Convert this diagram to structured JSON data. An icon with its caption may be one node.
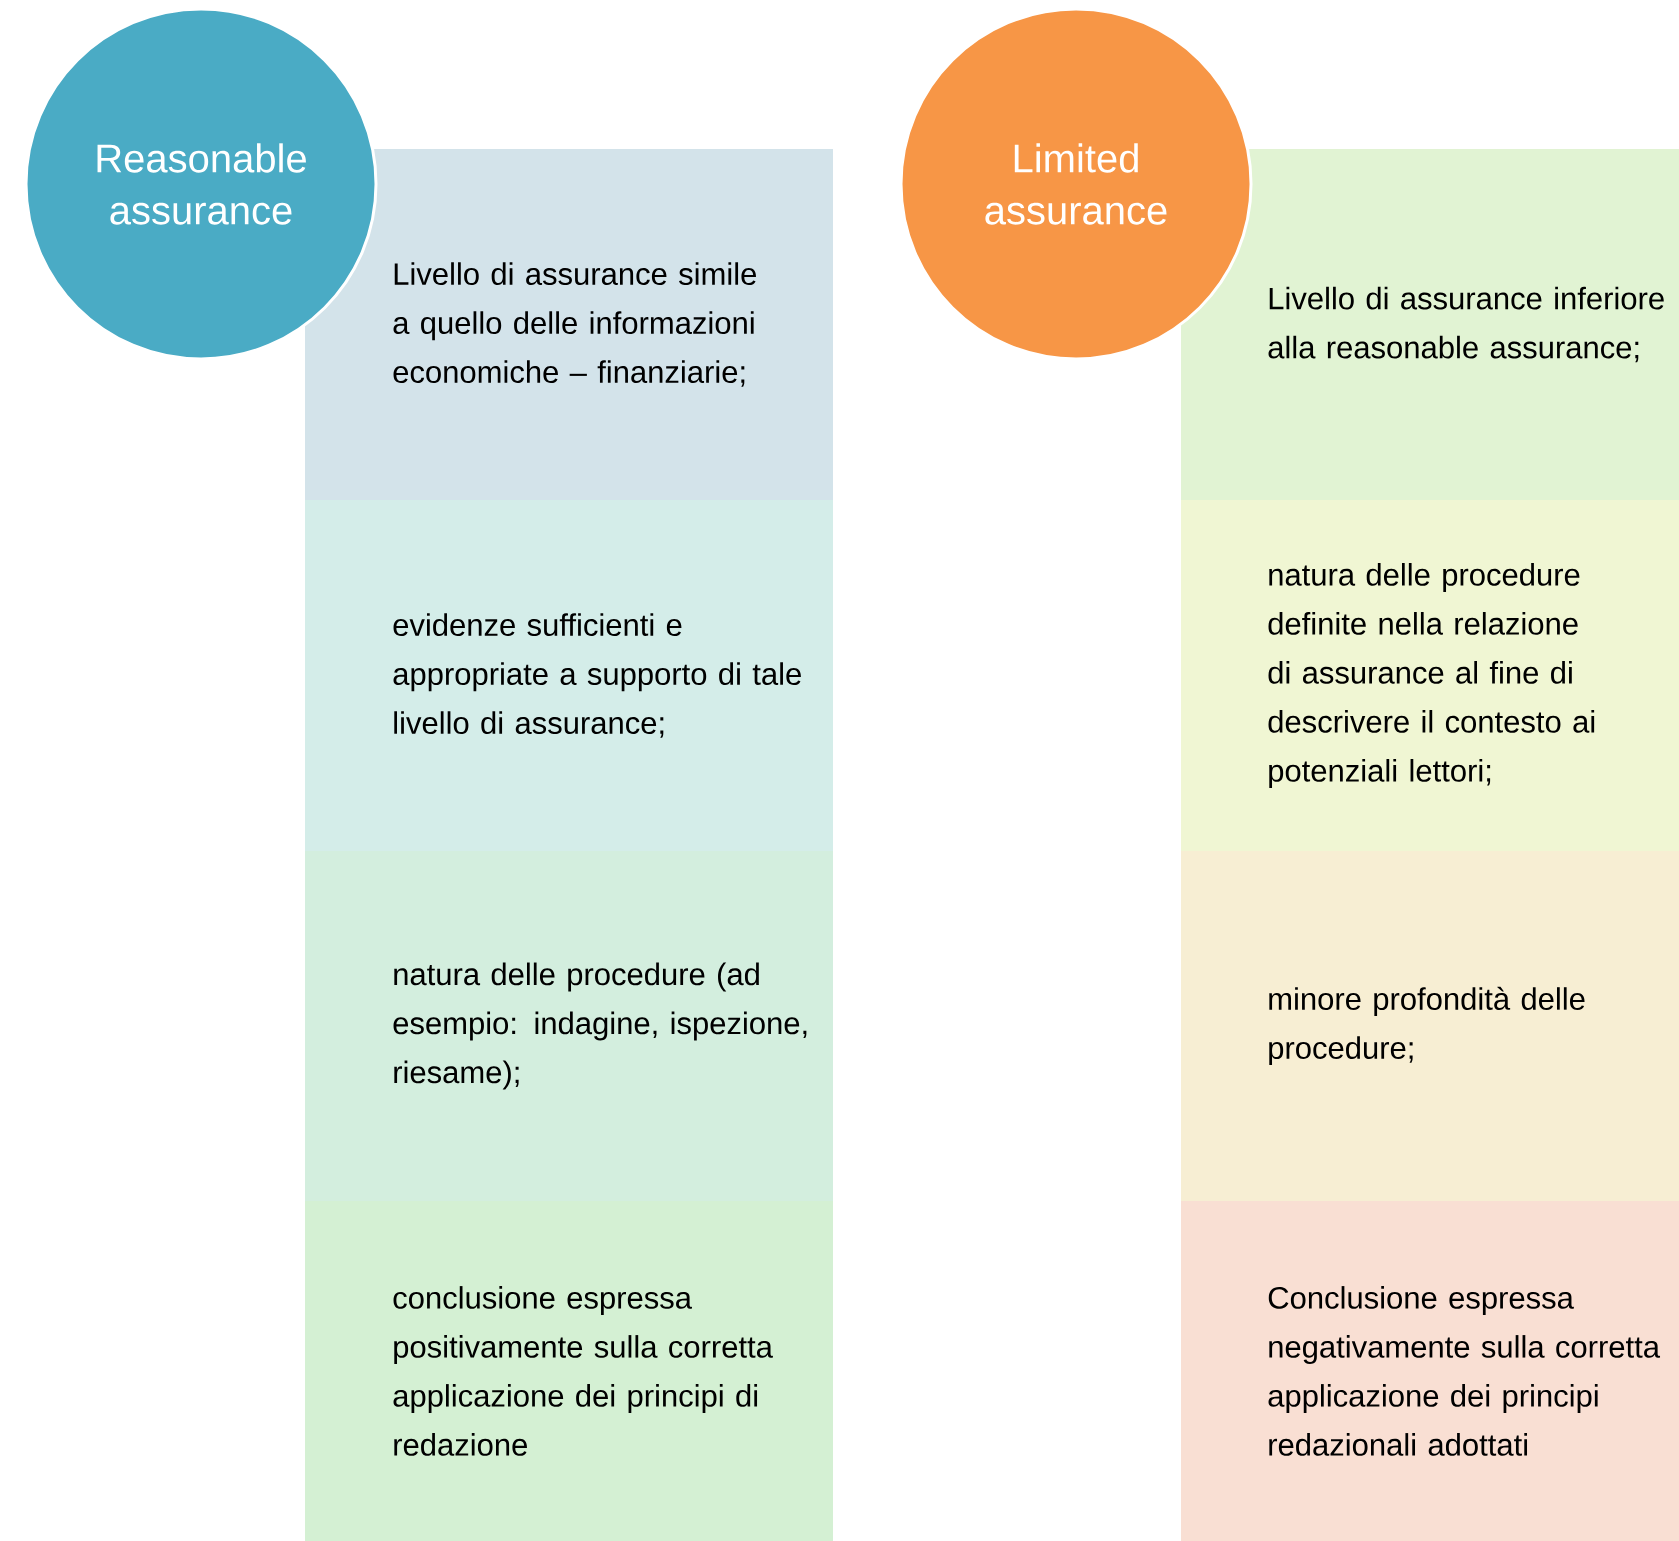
{
  "diagram": {
    "nodes": [
      {
        "text": [
          "Reasonable assurance"
        ]
      },
      {
        "text": [
          "Livello di assurance simile a quello delle informazioni economiche – finanziarie;"
        ]
      },
      {
        "text": [
          "evidenze sufficienti e appropriate a supporto di tale livello di assurance;"
        ]
      },
      {
        "text": [
          "natura delle procedure (ad esempio: indagine, ispezione, riesame);"
        ]
      },
      {
        "text": [
          "conclusione espressa positivamente sulla corretta applicazione dei principi di redazione"
        ]
      },
      {
        "text": [
          "Limited assurance"
        ]
      },
      {
        "text": [
          "Livello di assurance inferiore alla reasonable assurance;"
        ]
      },
      {
        "text": [
          "natura delle procedure definite nella relazione di assurance al fine di descrivere il contesto ai potenziali lettori;"
        ]
      },
      {
        "text": [
          "minore profondità delle procedure;"
        ]
      },
      {
        "text": [
          "Conclusione espressa negativamente sulla corretta applicazione dei principi redazionali adottati"
        ]
      }
    ]
  }
}
